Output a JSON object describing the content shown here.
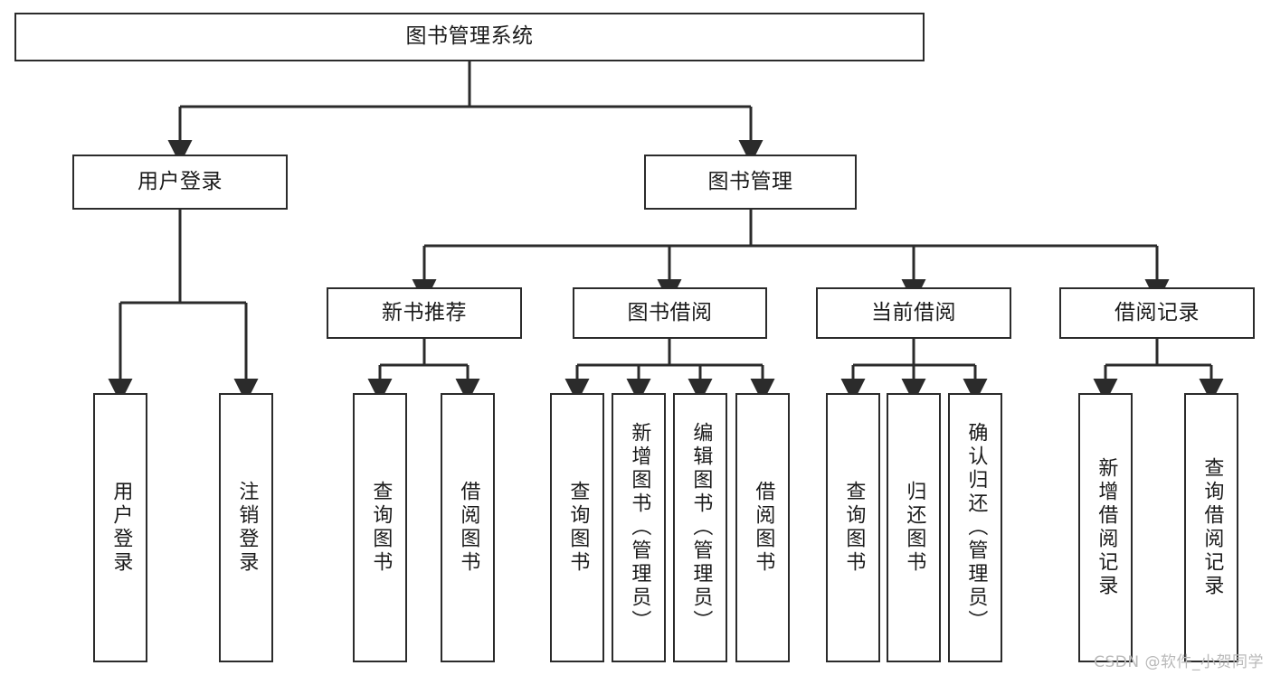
{
  "diagram": {
    "title": "图书管理系统",
    "type": "tree-hierarchy-diagram",
    "root": {
      "label": "图书管理系统"
    },
    "level2": [
      {
        "id": "user-login",
        "label": "用户登录"
      },
      {
        "id": "book-management",
        "label": "图书管理"
      }
    ],
    "level3": [
      {
        "id": "new-book-recommend",
        "label": "新书推荐",
        "parent": "book-management"
      },
      {
        "id": "book-borrow",
        "label": "图书借阅",
        "parent": "book-management"
      },
      {
        "id": "current-borrow",
        "label": "当前借阅",
        "parent": "book-management"
      },
      {
        "id": "borrow-record",
        "label": "借阅记录",
        "parent": "book-management"
      }
    ],
    "leaves": [
      {
        "id": "leaf-user-login",
        "label": "用户登录",
        "parent": "user-login"
      },
      {
        "id": "leaf-user-logout",
        "label": "注销登录",
        "parent": "user-login"
      },
      {
        "id": "leaf-query-book-1",
        "label": "查询图书",
        "parent": "new-book-recommend"
      },
      {
        "id": "leaf-borrow-book-1",
        "label": "借阅图书",
        "parent": "new-book-recommend"
      },
      {
        "id": "leaf-query-book-2",
        "label": "查询图书",
        "parent": "book-borrow"
      },
      {
        "id": "leaf-add-book",
        "label": "新增图书（管理员）",
        "parent": "book-borrow"
      },
      {
        "id": "leaf-edit-book",
        "label": "编辑图书（管理员）",
        "parent": "book-borrow"
      },
      {
        "id": "leaf-borrow-book-2",
        "label": "借阅图书",
        "parent": "book-borrow"
      },
      {
        "id": "leaf-query-book-3",
        "label": "查询图书",
        "parent": "current-borrow"
      },
      {
        "id": "leaf-return-book",
        "label": "归还图书",
        "parent": "current-borrow"
      },
      {
        "id": "leaf-confirm-return",
        "label": "确认归还（管理员）",
        "parent": "current-borrow"
      },
      {
        "id": "leaf-add-record",
        "label": "新增借阅记录",
        "parent": "borrow-record"
      },
      {
        "id": "leaf-query-record",
        "label": "查询借阅记录",
        "parent": "borrow-record"
      }
    ],
    "colors": {
      "stroke": "#2b2b2b",
      "fill": "#ffffff",
      "text": "#1b1b1b",
      "watermark": "#b9b9b9"
    }
  },
  "watermark": {
    "text": "CSDN @软件_小贺同学"
  }
}
